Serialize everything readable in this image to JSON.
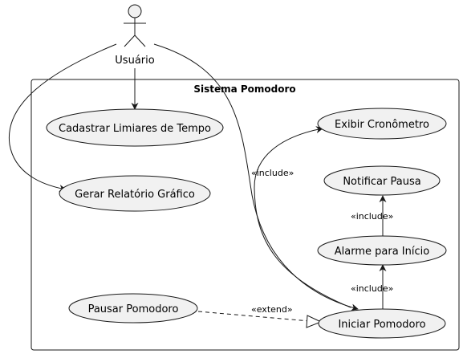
{
  "diagram": {
    "actor": {
      "name": "Usuário"
    },
    "system": {
      "title": "Sistema Pomodoro"
    },
    "use_cases": {
      "cadastrar": "Cadastrar Limiares de Tempo",
      "gerar": "Gerar Relatório Gráfico",
      "pausar": "Pausar Pomodoro",
      "exibir": "Exibir Cronômetro",
      "notificar": "Notificar Pausa",
      "alarme": "Alarme para Início",
      "iniciar": "Iniciar Pomodoro"
    },
    "relations": {
      "include_exibir": "«include»",
      "include_notificar": "«include»",
      "include_alarme": "«include»",
      "extend_pausar": "«extend»"
    },
    "colors": {
      "usecase_fill": "#f1f1f1",
      "stroke": "#181818"
    }
  }
}
